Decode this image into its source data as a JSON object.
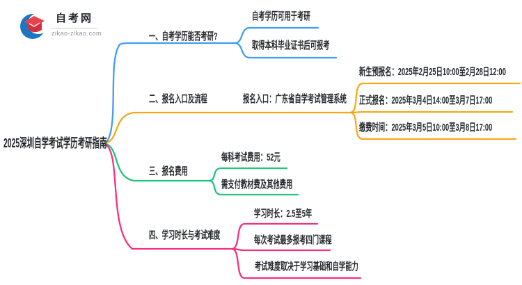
{
  "logo": {
    "site_name": "自考网",
    "site_url": "zikao-zikao.com",
    "colors": {
      "swoosh_blue": "#1c77c3",
      "cap_red": "#e8434d",
      "cap_red_dark": "#cf323d"
    }
  },
  "root": {
    "title": "2025深圳自学考试学历考研指南"
  },
  "branches": [
    {
      "label": "一、自考学历能否考研?",
      "color": "#3e9df2",
      "children": [
        {
          "label": "自考学历可用于考研"
        },
        {
          "label": "取得本科毕业证书后可报考"
        }
      ]
    },
    {
      "label": "二、报名入口及流程",
      "color": "#f7a819",
      "entry": "报名入口：广东省自学考试管理系统",
      "children": [
        {
          "label": "新生预报名：2025年2月25日10:00至2月28日12:00"
        },
        {
          "label": "正式报名：2025年3月4日14:00至3月7日17:00"
        },
        {
          "label": "缴费时间：2025年3月5日10:00至3月8日17:00"
        }
      ]
    },
    {
      "label": "三、报名费用",
      "color": "#21c47a",
      "children": [
        {
          "label": "每科考试费用：52元"
        },
        {
          "label": "需支付教材费及其他费用"
        }
      ]
    },
    {
      "label": "四、学习时长与考试难度",
      "color": "#f5307c",
      "children": [
        {
          "label": "学习时长：2.5至5年"
        },
        {
          "label": "每次考试最多报考四门课程"
        },
        {
          "label": "考试难度取决于学习基础和自学能力"
        }
      ]
    }
  ]
}
